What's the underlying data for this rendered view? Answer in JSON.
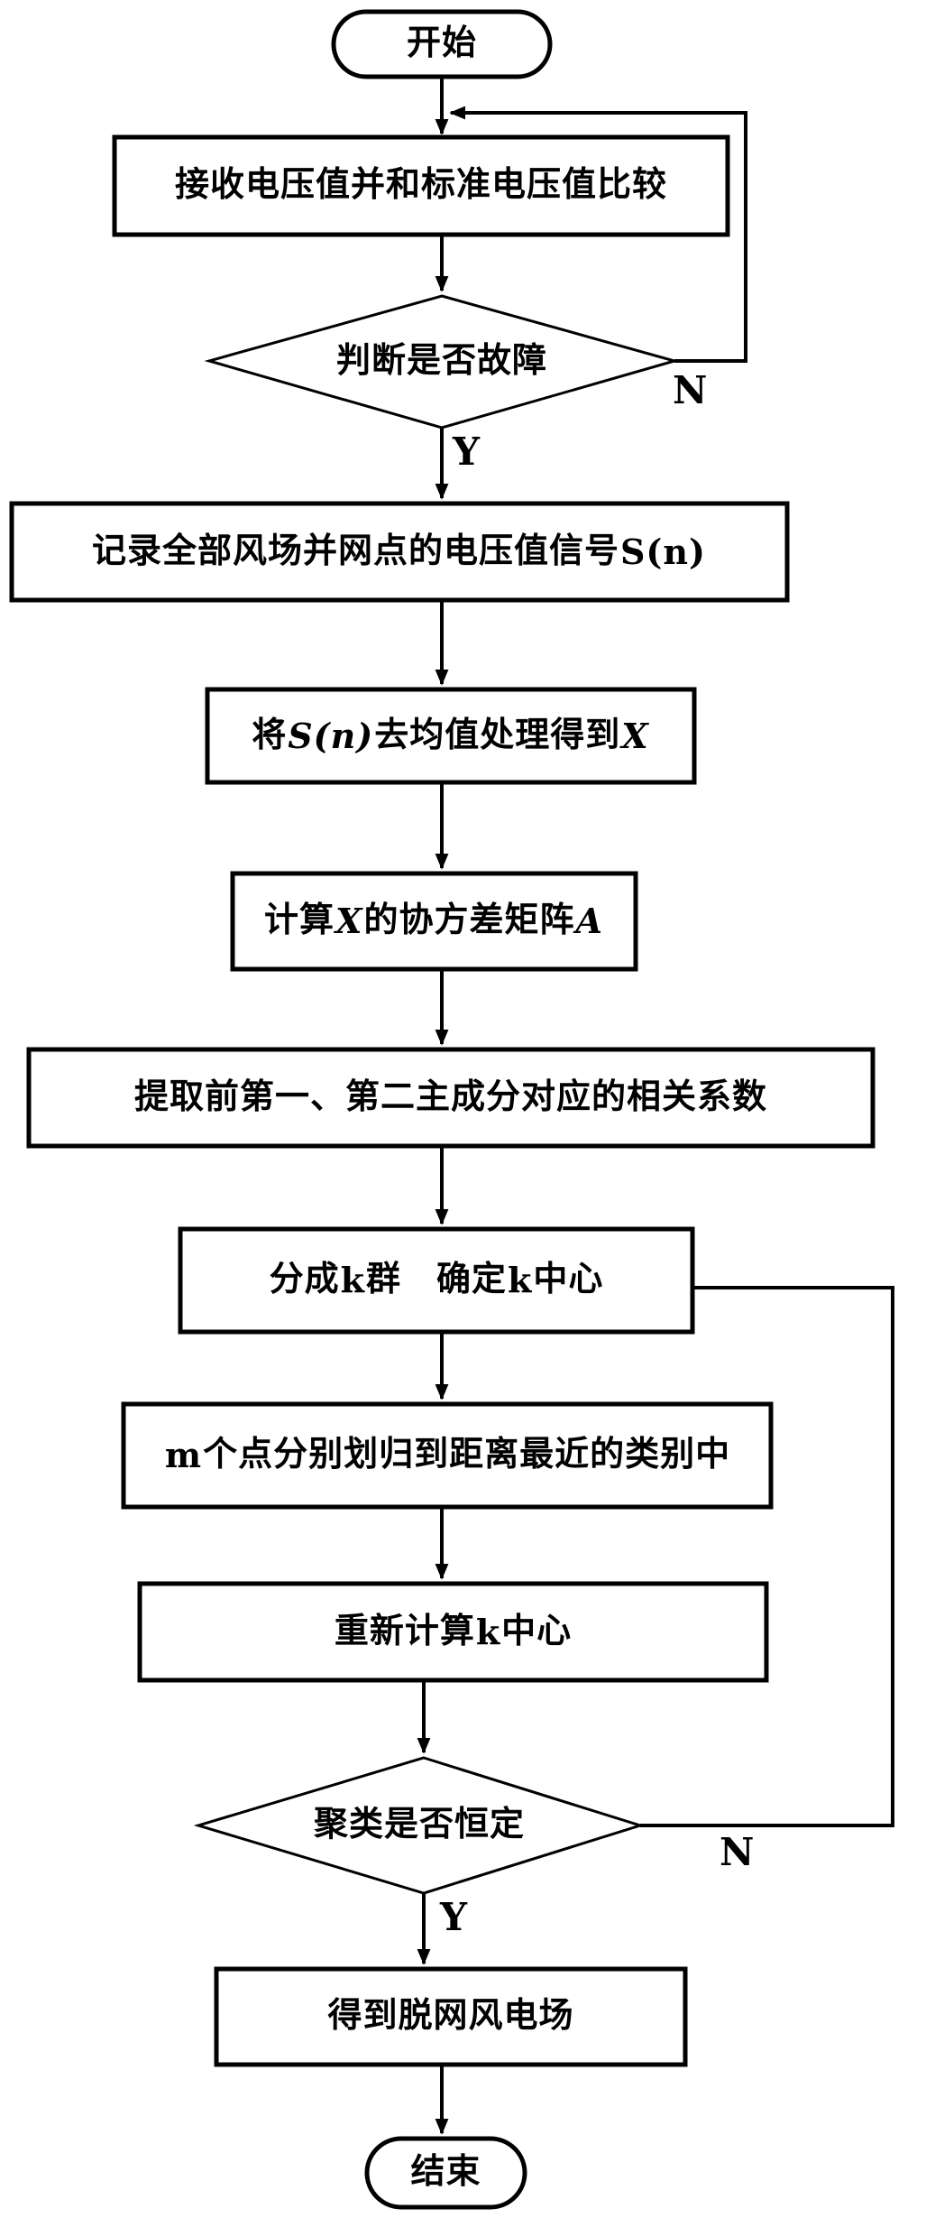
{
  "colors": {
    "stroke": "#000000",
    "background": "#ffffff"
  },
  "nodes": {
    "start": {
      "label": "开始"
    },
    "receive": {
      "label": "接收电压值并和标准电压值比较"
    },
    "fault": {
      "label": "判断是否故障"
    },
    "record": {
      "p1": "记录全部风场并网点的电压值信号",
      "v1": "S(n)"
    },
    "demean": {
      "p1": "将",
      "v1": "S(n)",
      "p2": "去均值处理得到",
      "v2": "X"
    },
    "covariance": {
      "p1": "计算",
      "v1": "X",
      "p2": "的协方差矩阵",
      "v2": "A"
    },
    "principal": {
      "label": "提取前第一、第二主成分对应的相关系数"
    },
    "cluster": {
      "p1": "分成",
      "v1": "k",
      "p2": "群　确定",
      "v2": "k",
      "p3": "中心"
    },
    "assign": {
      "v1": "m",
      "p1": "个点分别划归到距离最近的类别中"
    },
    "recompute": {
      "p1": "重新计算",
      "v1": "k",
      "p2": "中心"
    },
    "stable": {
      "label": "聚类是否恒定"
    },
    "result": {
      "label": "得到脱网风电场"
    },
    "end": {
      "label": "结束"
    }
  },
  "edge_labels": {
    "fault_no": "N",
    "fault_yes": "Y",
    "stable_no": "N",
    "stable_yes": "Y"
  }
}
